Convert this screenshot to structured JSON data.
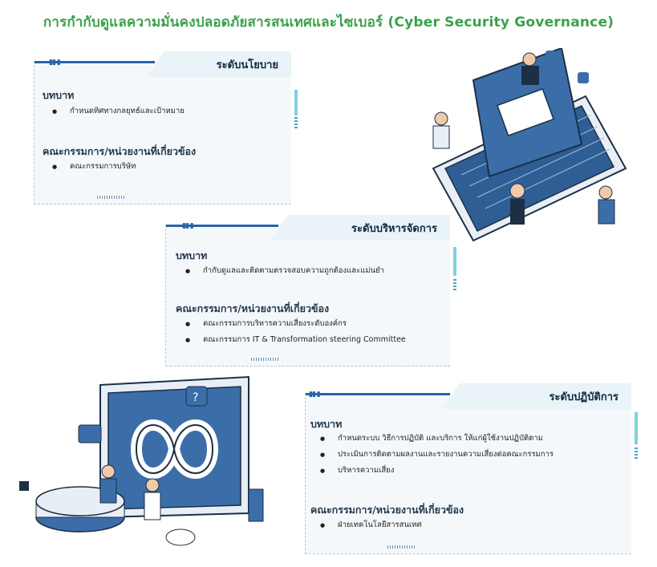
{
  "page_title": "การกำกับดูแลความมั่นคงปลอดภัยสารสนเทศและไซเบอร์ (Cyber Security Governance)",
  "levels": [
    {
      "name": "ระดับนโยบาย",
      "role_heading": "บทบาท",
      "roles": [
        "กำหนดทิศทางกลยุทธ์และเป้าหมาย"
      ],
      "committee_heading": "คณะกรรมการ/หน่วยงานที่เกี่ยวข้อง",
      "committees": [
        "คณะกรรมการบริษัท"
      ]
    },
    {
      "name": "ระดับบริหารจัดการ",
      "role_heading": "บทบาท",
      "roles": [
        "กำกับดูแลและติดตามตรวจสอบความถูกต้องและแม่นยำ"
      ],
      "committee_heading": "คณะกรรมการ/หน่วยงานที่เกี่ยวข้อง",
      "committees": [
        "คณะกรรมการบริหารความเสี่ยงระดับองค์กร",
        "คณะกรรมการ IT & Transformation steering Committee"
      ]
    },
    {
      "name": "ระดับปฏิบัติการ",
      "role_heading": "บทบาท",
      "roles": [
        "กำหนดระบบ วิธีการปฏิบัติ และบริการ ให้แก่ผู้ใช้งานปฏิบัติตาม",
        "ประเมินการติดตามผลงานและรายงานความเสี่ยงต่อคณะกรรมการ",
        "บริหารความเสี่ยง"
      ],
      "committee_heading": "คณะกรรมการ/หน่วยงานที่เกี่ยวข้อง",
      "committees": [
        "ฝ่ายเทคโนโลยีสารสนเทศ"
      ]
    }
  ],
  "colors": {
    "title": "#3aa14a",
    "accent": "#2a63a8",
    "card_bg": "#f5f8fb",
    "tab_bg": "#e9f3f8"
  }
}
